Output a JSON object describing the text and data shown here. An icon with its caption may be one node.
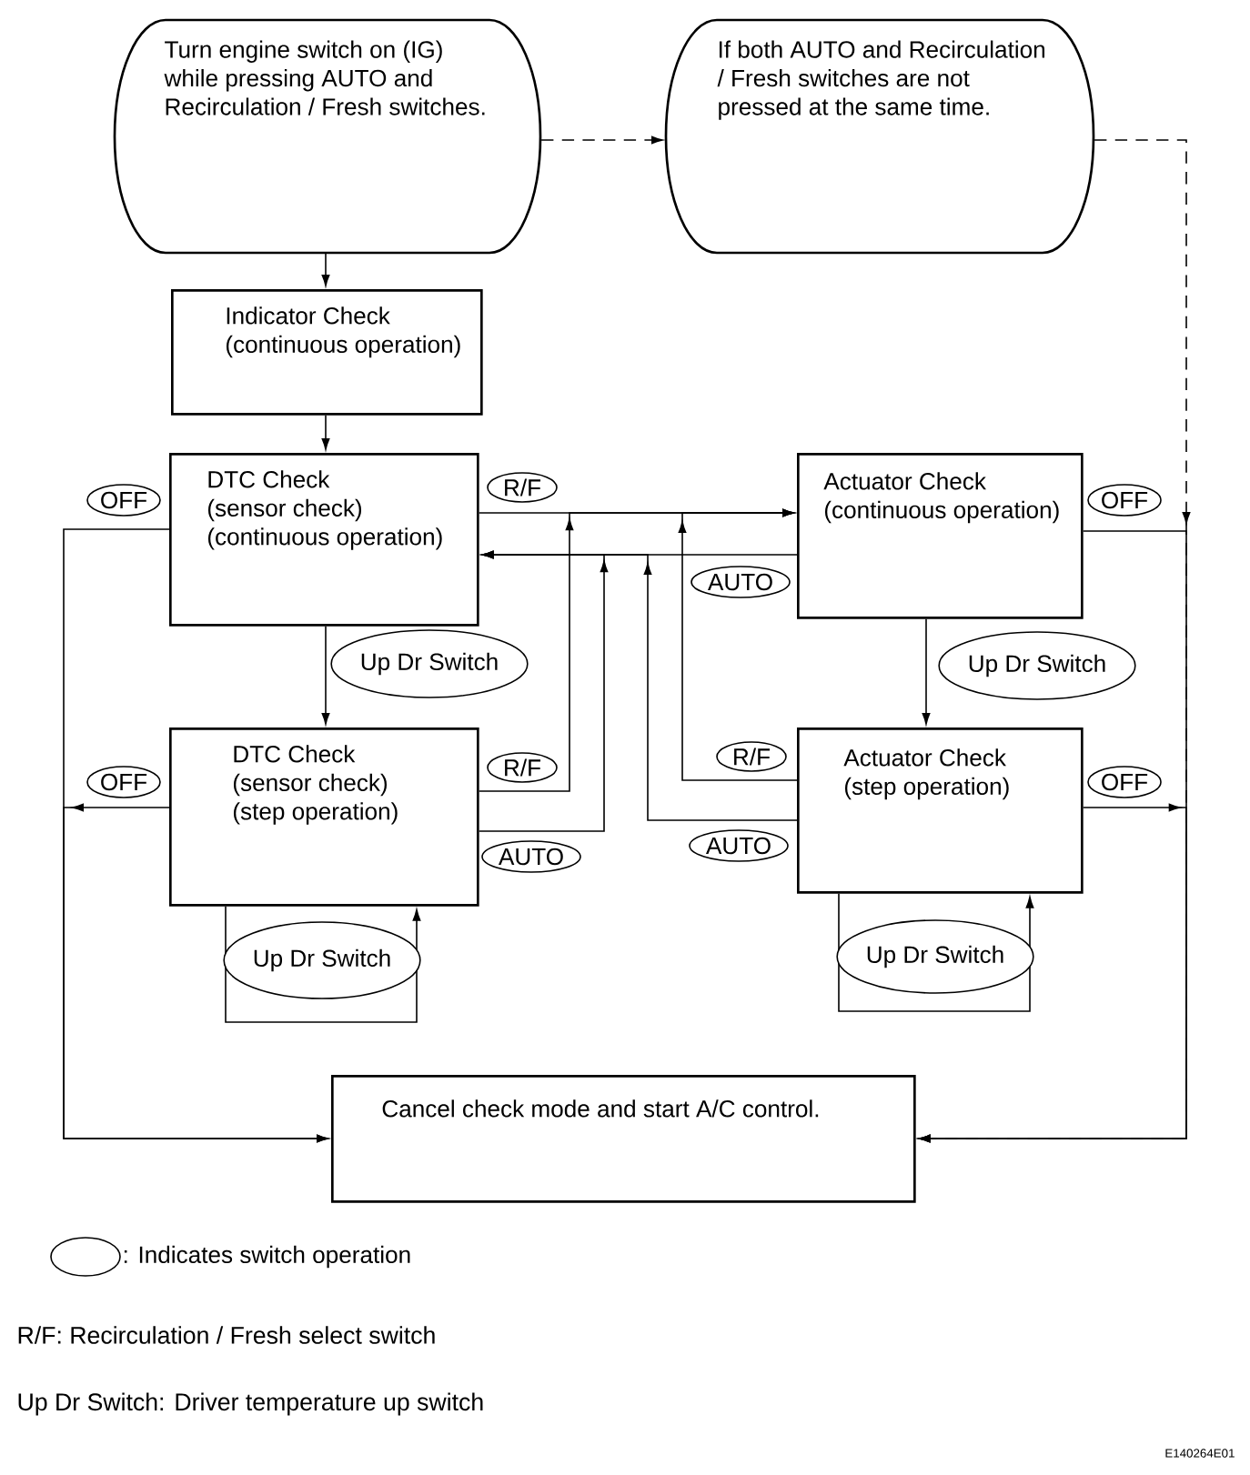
{
  "diagram": {
    "nodes": [
      {
        "text": [
          "Turn engine switch on (IG) while pressing AUTO and Recirculation / Fresh switches."
        ]
      },
      {
        "text": [
          "If both AUTO and Recirculation / Fresh switches are not pressed at the same time."
        ]
      },
      {
        "text": [
          "Indicator Check",
          "(continuous operation)"
        ]
      },
      {
        "text": [
          "DTC Check",
          "(sensor check) (continuous operation)"
        ]
      },
      {
        "text": [
          "Actuator Check",
          "(continuous operation)"
        ]
      },
      {
        "text": [
          "DTC Check",
          "(sensor check) (step operation)"
        ]
      },
      {
        "text": [
          "Actuator Check",
          "(step operation)"
        ]
      },
      {
        "text": [
          "Cancel check mode and start A/C control."
        ]
      }
    ],
    "edges": [
      {
        "from": 0,
        "to": 2,
        "arrow": "to"
      },
      {
        "from": 0,
        "to": 1,
        "arrow": "to",
        "style": "dashed"
      },
      {
        "from": 2,
        "to": 3,
        "arrow": "to"
      },
      {
        "from": 3,
        "to": 4,
        "arrow": "to",
        "label": "R/F"
      },
      {
        "from": 4,
        "to": 3,
        "arrow": "to",
        "label": "AUTO"
      },
      {
        "from": 5,
        "to": 4,
        "arrow": "to",
        "label": "R/F"
      },
      {
        "from": 5,
        "to": 3,
        "arrow": "to",
        "label": "AUTO"
      },
      {
        "from": 6,
        "to": 4,
        "arrow": "to",
        "label": "R/F"
      },
      {
        "from": 6,
        "to": 3,
        "arrow": "to",
        "label": "AUTO"
      },
      {
        "from": 3,
        "to": 5,
        "arrow": "to",
        "label": "Up Dr Switch"
      },
      {
        "from": 4,
        "to": 6,
        "arrow": "to",
        "label": "Up Dr Switch"
      },
      {
        "from": 5,
        "to": 5,
        "arrow": "to",
        "label": "Up Dr Switch"
      },
      {
        "from": 6,
        "to": 6,
        "arrow": "to",
        "label": "Up Dr Switch"
      },
      {
        "from": 3,
        "to": 7,
        "arrow": "to",
        "label": "OFF"
      },
      {
        "from": 5,
        "to": 7,
        "arrow": "to",
        "label": "OFF"
      },
      {
        "from": 4,
        "to": 7,
        "arrow": "to",
        "label": "OFF"
      },
      {
        "from": 6,
        "to": 7,
        "arrow": "to",
        "label": "OFF"
      },
      {
        "from": 1,
        "to": 7,
        "arrow": "to",
        "style": "dashed"
      }
    ],
    "labels": [
      "R/F: Recirculation / Fresh select switch",
      "Up Dr Switch: Driver temperature up switch",
      "E140264E01"
    ],
    "legend": [
      {
        "text": ": Indicates switch operation"
      }
    ]
  }
}
